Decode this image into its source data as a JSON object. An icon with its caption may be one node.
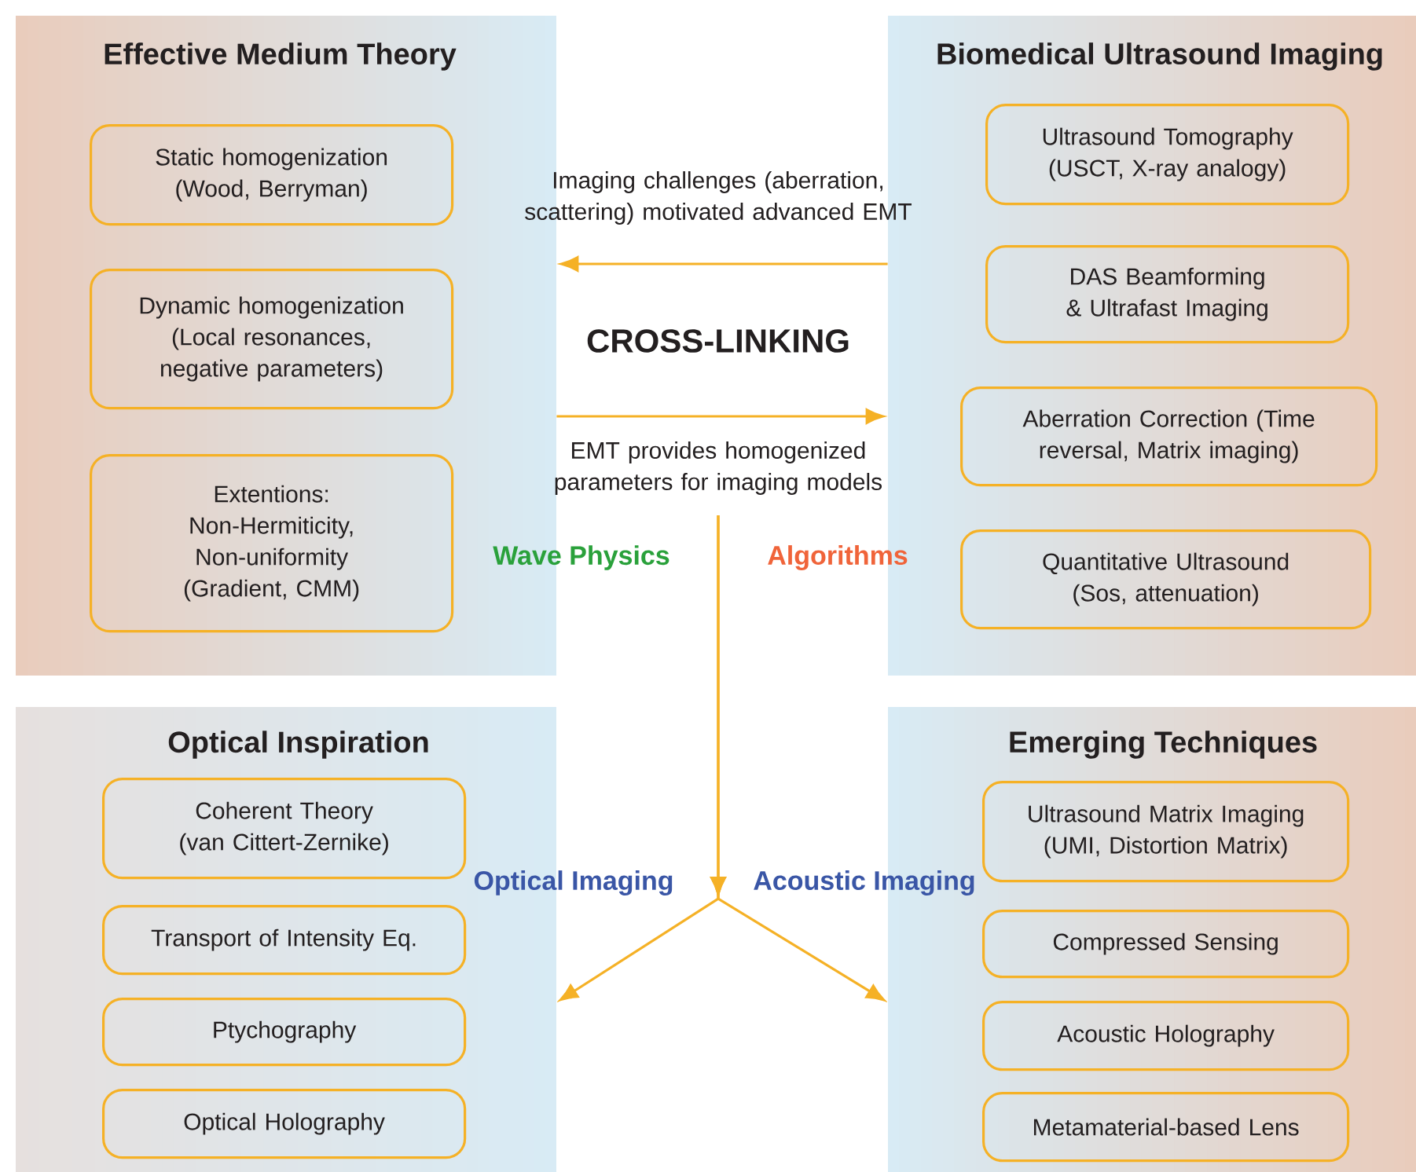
{
  "diagram": {
    "nodes": [
      {
        "text": [
          "Effective Medium Theory"
        ]
      },
      {
        "text": [
          "Static homogenization (Wood, Berryman)"
        ],
        "in": 0
      },
      {
        "text": [
          "Dynamic homogenization (Local resonances, negative parameters)"
        ],
        "in": 0
      },
      {
        "text": [
          "Extentions: Non-Hermiticity, Non-uniformity (Gradient, CMM)"
        ],
        "in": 0
      },
      {
        "text": [
          "Biomedical Ultrasound Imaging"
        ]
      },
      {
        "text": [
          "Ultrasound Tomography (USCT, X-ray analogy)"
        ],
        "in": 4
      },
      {
        "text": [
          "DAS Beamforming & Ultrafast Imaging"
        ],
        "in": 4
      },
      {
        "text": [
          "Aberration Correction (Time reversal, Matrix imaging)"
        ],
        "in": 4
      },
      {
        "text": [
          "Quantitative Ultrasound (Sos, attenuation)"
        ],
        "in": 4
      },
      {
        "text": [
          "Optical Inspiration"
        ]
      },
      {
        "text": [
          "Coherent Theory (van Cittert-Zernike)"
        ],
        "in": 9
      },
      {
        "text": [
          "Transport of Intensity Eq."
        ],
        "in": 9
      },
      {
        "text": [
          "Ptychography"
        ],
        "in": 9
      },
      {
        "text": [
          "Optical Holography"
        ],
        "in": 9
      },
      {
        "text": [
          "Emerging Techniques"
        ]
      },
      {
        "text": [
          "Ultrasound Matrix Imaging (UMI, Distortion Matrix)"
        ],
        "in": 14
      },
      {
        "text": [
          "Compressed Sensing"
        ],
        "in": 14
      },
      {
        "text": [
          "Acoustic Holography"
        ],
        "in": 14
      },
      {
        "text": [
          "Metamaterial-based Lens"
        ],
        "in": 14
      }
    ],
    "edges": [
      {
        "from": 4,
        "to": 0,
        "arrow": "to",
        "label": "Imaging challenges (aberration, scattering) motivated advanced EMT"
      },
      {
        "from": 0,
        "to": 4,
        "arrow": "to",
        "label": "EMT provides homogenized parameters for imaging models"
      },
      {
        "from": null,
        "to": 9,
        "arrow": "to"
      },
      {
        "from": null,
        "to": 14,
        "arrow": "to"
      }
    ],
    "labels": [
      "CROSS-LINKING",
      "Wave Physics",
      "Algorithms",
      "Optical Imaging",
      "Acoustic Imaging"
    ]
  }
}
